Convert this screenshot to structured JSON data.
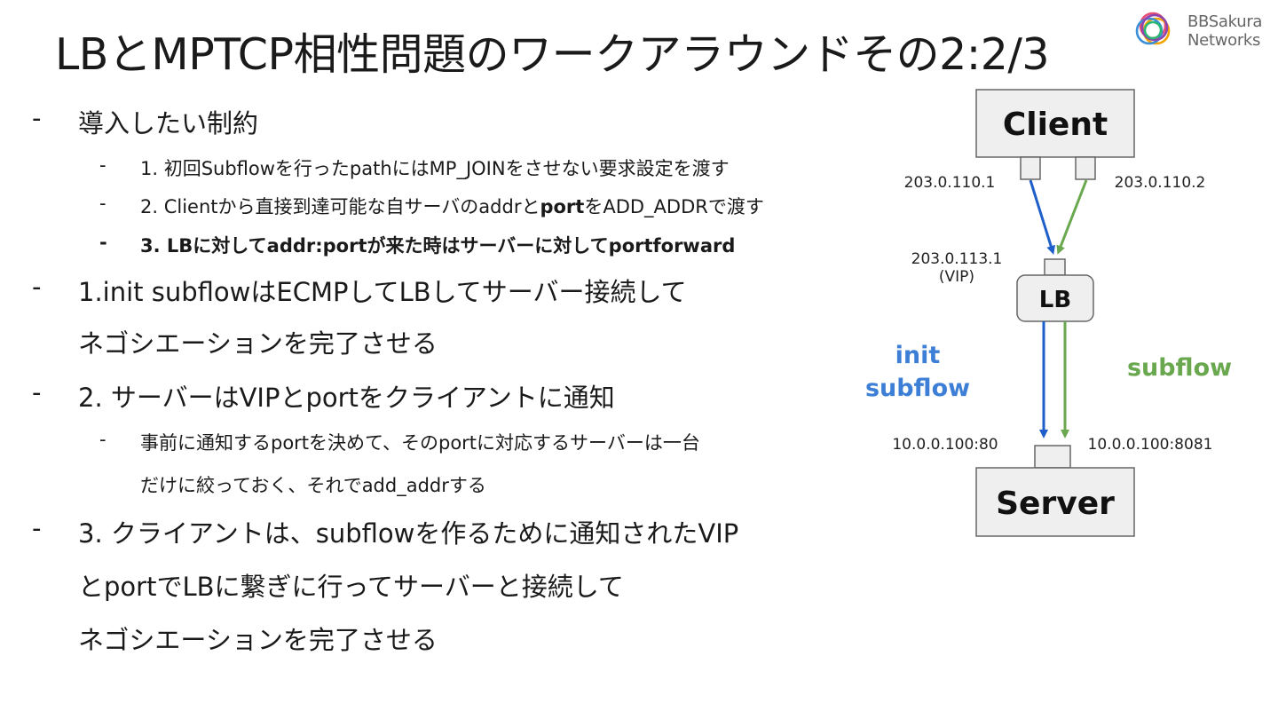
{
  "title": "LBとMPTCP相性問題のワークアラウンドその2:2/3",
  "logo": {
    "line1": "BBSakura",
    "line2": "Networks"
  },
  "bullets": [
    {
      "dash": "-",
      "text": "導入したい制約"
    },
    {
      "dash": "-",
      "text": "1. 初回Subflowを行ったpathにはMP_JOINをさせない要求設定を渡す"
    },
    {
      "dash": "-",
      "pre": "2. Clientから直接到達可能な自サーバのaddrと",
      "bold": "port",
      "post": "をADD_ADDRで渡す"
    },
    {
      "dash": "-",
      "text": "3. LBに対してaddr:portが来た時はサーバーに対してportforward"
    },
    {
      "dash": "-",
      "text": "1.init subflowはECMPしてLBしてサーバー接続して",
      "cont": "ネゴシエーションを完了させる"
    },
    {
      "dash": "-",
      "text": "2. サーバーはVIPとportをクライアントに通知"
    },
    {
      "dash": "-",
      "text": "事前に通知するportを決めて、そのportに対応するサーバーは一台",
      "cont": "だけに絞っておく、それでadd_addrする"
    },
    {
      "dash": "-",
      "text": "3. クライアントは、subflowを作るために通知されたVIP",
      "cont": "とportでLBに繋ぎに行ってサーバーと接続して",
      "cont2": "ネゴシエーションを完了させる"
    }
  ],
  "diagram": {
    "client": "Client",
    "lb": "LB",
    "server": "Server",
    "client_ip1": "203.0.110.1",
    "client_ip2": "203.0.110.2",
    "vip_ip": "203.0.113.1",
    "vip_label": "(VIP)",
    "server_port1": "10.0.0.100:80",
    "server_port2": "10.0.0.100:8081",
    "init_label1": "init",
    "init_label2": "subflow",
    "subflow_label": "subflow",
    "colors": {
      "init": "#1f5fc9",
      "subflow": "#6aa84f",
      "init_text": "#3d7fd6",
      "subflow_text": "#6aa84f",
      "box_fill": "#efefef",
      "box_stroke": "#666666"
    }
  }
}
